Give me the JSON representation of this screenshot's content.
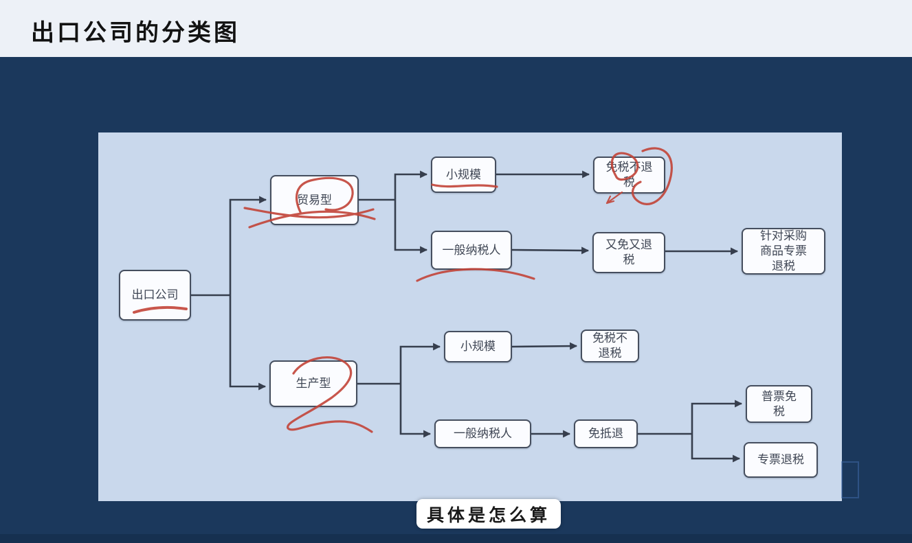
{
  "header": {
    "title": "出口公司的分类图"
  },
  "diagram": {
    "nodes": [
      {
        "id": "export-company",
        "label": "出口公司"
      },
      {
        "id": "trade-type",
        "label": "贸易型"
      },
      {
        "id": "small-scale-trade",
        "label": "小规模"
      },
      {
        "id": "exempt-no-refund-trade",
        "label": "免税不退税"
      },
      {
        "id": "general-taxpayer-trade",
        "label": "一般纳税人"
      },
      {
        "id": "exempt-and-refund",
        "label": "又免又退税"
      },
      {
        "id": "purchase-special-invoice-refund",
        "label": "针对采购商品专票退税"
      },
      {
        "id": "production-type",
        "label": "生产型"
      },
      {
        "id": "small-scale-production",
        "label": "小规模"
      },
      {
        "id": "exempt-no-refund-production",
        "label": "免税不退税"
      },
      {
        "id": "general-taxpayer-production",
        "label": "一般纳税人"
      },
      {
        "id": "exempt-offset-refund",
        "label": "免抵退"
      },
      {
        "id": "ordinary-invoice-exempt",
        "label": "普票免税"
      },
      {
        "id": "special-invoice-refund",
        "label": "专票退税"
      }
    ],
    "edges": [
      [
        "出口公司",
        "贸易型"
      ],
      [
        "出口公司",
        "生产型"
      ],
      [
        "贸易型",
        "小规模"
      ],
      [
        "贸易型",
        "一般纳税人"
      ],
      [
        "小规模",
        "免税不退税"
      ],
      [
        "一般纳税人",
        "又免又退税"
      ],
      [
        "又免又退税",
        "针对采购商品专票退税"
      ],
      [
        "生产型",
        "小规模"
      ],
      [
        "生产型",
        "一般纳税人"
      ],
      [
        "小规模",
        "免税不退税"
      ],
      [
        "一般纳税人",
        "免抵退"
      ],
      [
        "免抵退",
        "普票免税"
      ],
      [
        "免抵退",
        "专票退税"
      ]
    ],
    "annotations": [
      {
        "target": "出口公司",
        "type": "red-underline"
      },
      {
        "target": "贸易型",
        "type": "red-circle-and-strikes"
      },
      {
        "target": "小规模(贸易)",
        "type": "red-underline"
      },
      {
        "target": "免税不退税(贸易)",
        "type": "red-circles-and-check"
      },
      {
        "target": "一般纳税人(贸易)",
        "type": "red-underline"
      },
      {
        "target": "生产型",
        "type": "red-number-2-scribble"
      }
    ]
  },
  "footer_note": {
    "label": "具体是怎么算"
  },
  "colors": {
    "background": "#1b385c",
    "header_bg": "#edf1f7",
    "panel_bg": "#c9d8ec",
    "node_fill": "#fbfcff",
    "node_border": "#454e5e",
    "connector": "#363e4d",
    "annotation_red": "#c24438",
    "title_text": "#121212"
  }
}
